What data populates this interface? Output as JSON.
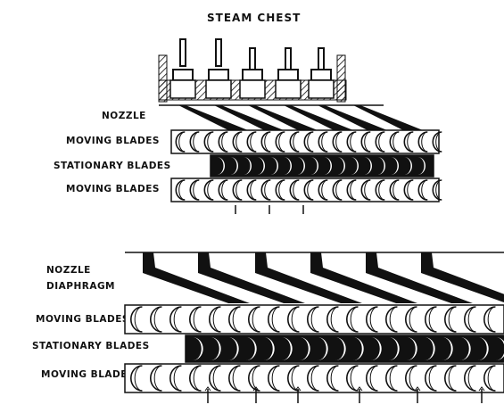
{
  "title": "STEAM CHEST",
  "top_diagram": {
    "nozzle_label": "NOZZLE",
    "moving_blades_label_1": "MOVING BLADES",
    "stationary_blades_label": "STATIONARY BLADES",
    "moving_blades_label_2": "MOVING BLADES"
  },
  "bottom_diagram": {
    "nozzle_label_line1": "NOZZLE",
    "nozzle_label_line2": "DIAPHRAGM",
    "moving_blades_label_1": "MOVING BLADES",
    "stationary_blades_label": "STATIONARY BLADES",
    "moving_blades_label_2": "MOVING BLADES"
  }
}
